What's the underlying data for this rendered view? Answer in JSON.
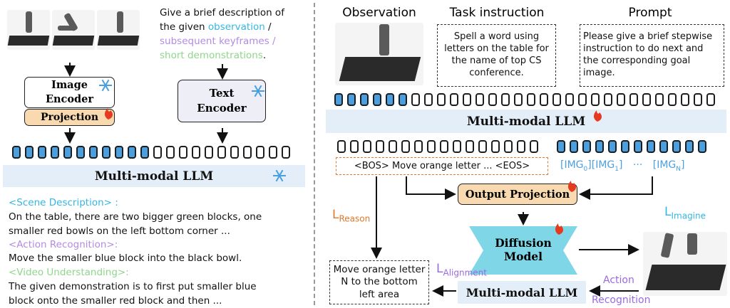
{
  "left": {
    "description_prompt": {
      "line1": "Give a brief description of",
      "line2_prefix": "the given ",
      "line2_observation": "observation",
      "line2_suffix": " /",
      "line3": "subsequent keyframes /",
      "line4": "short demonstrations",
      "line4_suffix": "."
    },
    "image_encoder": "Image Encoder",
    "projection": "Projection",
    "text_encoder": "Text Encoder",
    "llm_title": "Multi-modal LLM",
    "outputs": {
      "scene_tag": "<Scene Description> :",
      "scene_text1": "On the table, there are two bigger green blocks, one",
      "scene_text2": "smaller red bowls on the left bottom corner ...",
      "action_tag": "<Action Recognition>:",
      "action_text": "Move the smaller blue block into the black bowl.",
      "video_tag": "<Video Understanding>:",
      "video_text1": "The given demonstration is to first put smaller blue",
      "video_text2": "block onto the smaller red block and then ..."
    }
  },
  "right": {
    "headers": {
      "observation": "Observation",
      "task_instruction": "Task instruction",
      "prompt": "Prompt"
    },
    "task_text": "Spell a word using letters on the table for the name of top CS conference.",
    "prompt_text": "Please give a brief stepwise instruction to do next and the corresponding goal image.",
    "llm_title": "Multi-modal LLM",
    "sequence_text": "<BOS> Move orange letter ... <EOS>",
    "img_tokens": {
      "img0": "[IMG",
      "img0_sub": "0",
      "img0_close": "]",
      "img1": "[IMG",
      "img1_sub": "1",
      "img1_close": "]",
      "dots": "···",
      "imgN": "[IMG",
      "imgN_sub": "N",
      "imgN_close": "]"
    },
    "output_projection": "Output Projection",
    "diffusion_model": "Diffusion Model",
    "llm_bottom": "Multi-modal LLM",
    "answer_text": "Move orange letter N to the bottom left area",
    "losses": {
      "reason_main": "L",
      "reason_sub": "Reason",
      "imagine_main": "L",
      "imagine_sub": "Imagine",
      "alignment_main": "L",
      "alignment_sub": "Alignment"
    },
    "action_recognition_1": "Action",
    "action_recognition_2": "Recognition"
  },
  "colors": {
    "token_blue": "#4a9fe0",
    "llm_bar": "#e4eef8",
    "projection_orange": "#f9d9b0",
    "diffusion_cyan": "#7fd6e6",
    "loss_orange": "#e0792b",
    "loss_cyan": "#34b7e0",
    "loss_violet": "#9b6ae0"
  },
  "icons": [
    "fire-icon",
    "snowflake-icon"
  ]
}
